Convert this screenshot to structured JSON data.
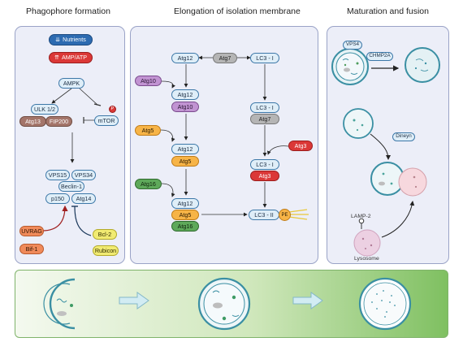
{
  "headings": {
    "phagophore": "Phagophore formation",
    "elongation": "Elongation of isolation membrane",
    "maturation": "Maturation and fusion"
  },
  "left": {
    "nutrients": "Nutrients",
    "amp_atp": "AMP/ATP",
    "ampk": "AMPK",
    "ulk": "ULK 1/2",
    "atg13": "Atg13",
    "fip200": "FIP200",
    "mtor": "mTOR",
    "p_mark": "P",
    "vps15": "VPS15",
    "vps34": "VPS34",
    "beclin": "Beclin-1",
    "p150": "p150",
    "atg14": "Atg14",
    "uvrag": "UVRAG",
    "bif1": "Bif-1",
    "bcl2": "Bcl-2",
    "rubicon": "Rubicon"
  },
  "middle": {
    "atg12_top": "Atg12",
    "atg7_top": "Atg7",
    "lc3_top": "LC3 - I",
    "atg10": "Atg10",
    "atg12_a": "Atg12",
    "atg10_b": "Atg10",
    "lc3_b": "LC3 - I",
    "atg7_b": "Atg7",
    "atg5": "Atg5",
    "atg12_c": "Atg12",
    "atg5_c": "Atg5",
    "atg3": "Atg3",
    "lc3_c": "LC3 - I",
    "atg3_c": "Atg3",
    "atg16": "Atg16",
    "atg12_d": "Atg12",
    "atg5_d": "Atg5",
    "atg16_d": "Atg16",
    "lc3_ii": "LC3 - II",
    "pe": "PE"
  },
  "right": {
    "vps4": "VPS4",
    "chmp2a": "CHMP2A",
    "dineyn": "Dineyn",
    "lamp2": "LAMP-2",
    "lysosome": "Lysosome"
  }
}
